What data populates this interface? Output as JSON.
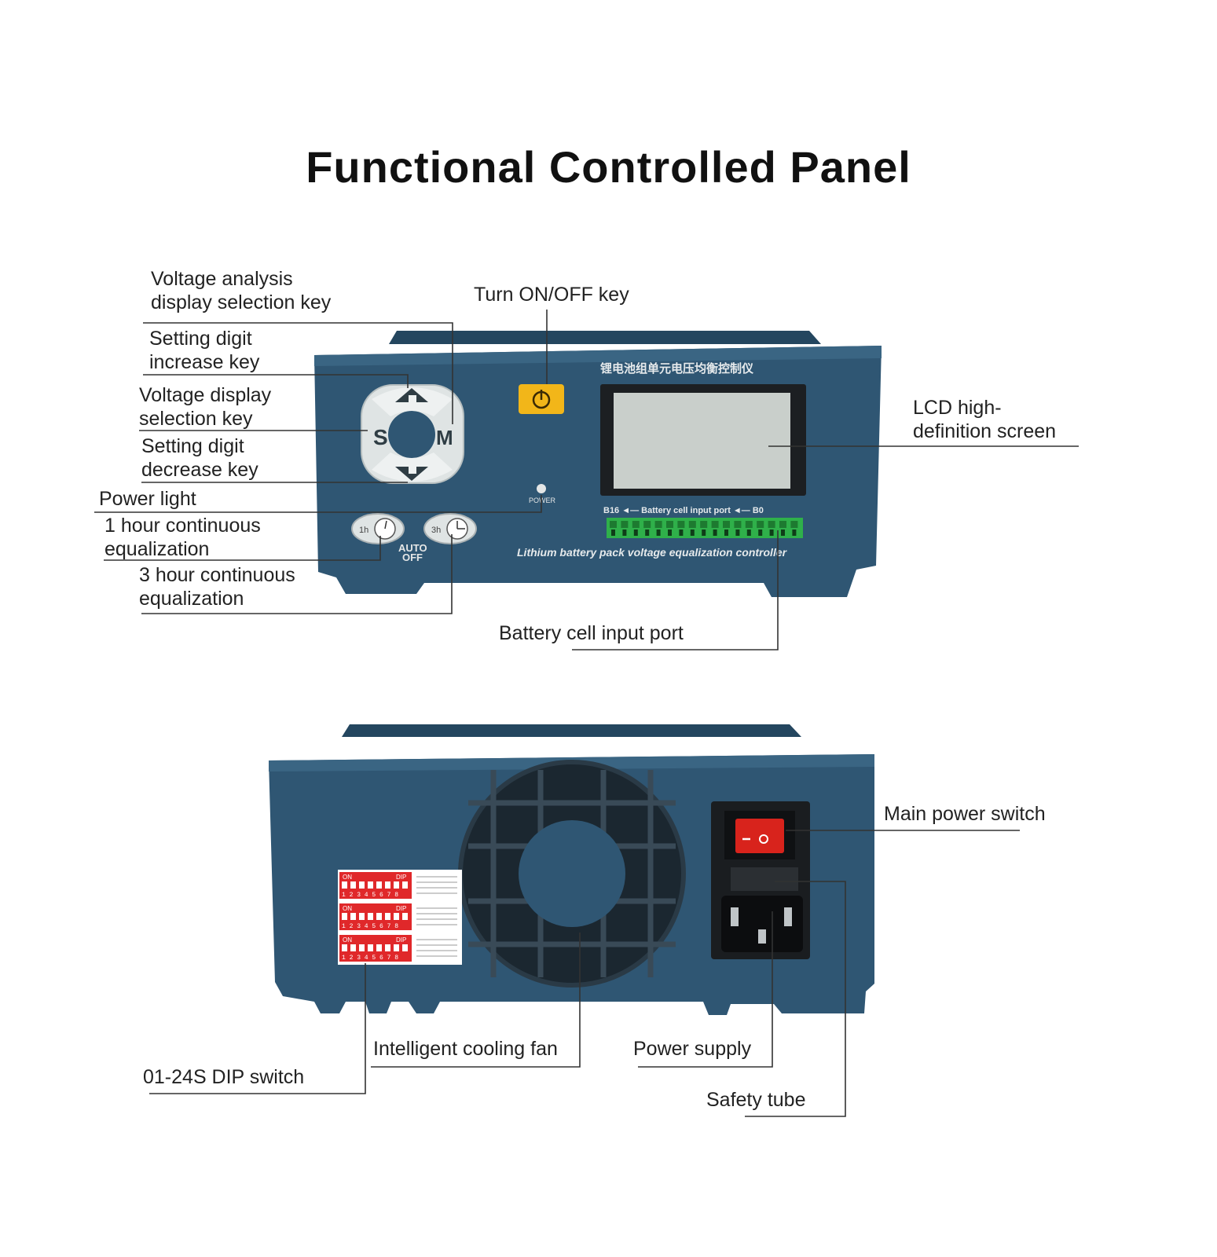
{
  "title": "Functional Controlled  Panel",
  "front_labels": {
    "voltage_analysis_key": [
      "Voltage analysis",
      "display selection key"
    ],
    "turn_on_off_key": [
      "Turn ON/OFF key"
    ],
    "setting_digit_increase": [
      "Setting digit",
      "increase key"
    ],
    "voltage_display_selection": [
      "Voltage display",
      "selection key"
    ],
    "setting_digit_decrease": [
      "Setting digit",
      "decrease key"
    ],
    "power_light": [
      "Power light"
    ],
    "one_hour_eq": [
      "1 hour continuous",
      "equalization"
    ],
    "three_hour_eq": [
      "3 hour continuous",
      "equalization"
    ],
    "lcd_screen": [
      "LCD high-",
      "definition screen"
    ],
    "battery_cell_input_port": [
      "Battery cell input port"
    ]
  },
  "back_labels": {
    "main_power_switch": [
      "Main power switch"
    ],
    "intelligent_cooling_fan": [
      "Intelligent cooling fan"
    ],
    "power_supply": [
      "Power supply"
    ],
    "dip_switch": [
      "01-24S DIP switch"
    ],
    "safety_tube": [
      "Safety tube"
    ]
  },
  "device_front": {
    "chinese_title": "锂电池组单元电压均衡控制仪",
    "key_s": "S",
    "key_m": "M",
    "power_led_label": "POWER",
    "timer_1h": "1h",
    "timer_3h": "3h",
    "auto_off": [
      "AUTO",
      "OFF"
    ],
    "port_strip_label": "B16 ◄— Battery cell input port ◄— B0",
    "product_name": "Lithium battery pack voltage equalization controller"
  },
  "device_back": {
    "dip_on": "ON",
    "dip_label": "DIP",
    "dip_numbers": "1 2 3 4 5 6 7 8"
  },
  "colors": {
    "panel": "#2f5673",
    "panel_dark": "#1f3d55",
    "power_button": "#f2b619",
    "rocker": "#d8231c",
    "dip": "#e0282a",
    "lcd": "#c9cfcb",
    "terminal": "#2fb04a"
  }
}
